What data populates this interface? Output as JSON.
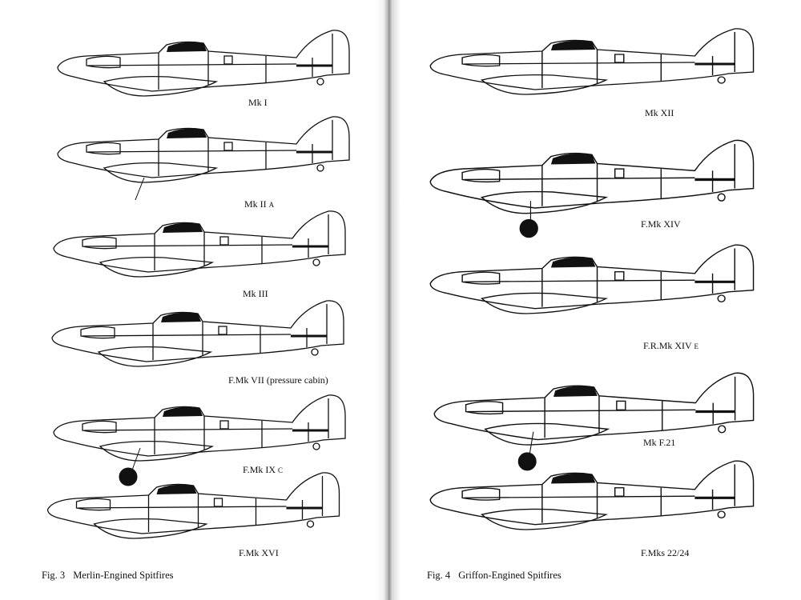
{
  "left_page": {
    "figure_number": "Fig. 3",
    "figure_title": "Merlin-Engined Spitfires",
    "aircraft": [
      {
        "label": "Mk I",
        "suffix": ""
      },
      {
        "label": "Mk II",
        "suffix": "A"
      },
      {
        "label": "Mk III",
        "suffix": ""
      },
      {
        "label": "F.Mk VII (pressure cabin)",
        "suffix": ""
      },
      {
        "label": "F.Mk IX",
        "suffix": "C"
      },
      {
        "label": "F.Mk XVI",
        "suffix": ""
      }
    ]
  },
  "right_page": {
    "figure_number": "Fig. 4",
    "figure_title": "Griffon-Engined Spitfires",
    "aircraft": [
      {
        "label": "Mk XII",
        "suffix": ""
      },
      {
        "label": "F.Mk XIV",
        "suffix": ""
      },
      {
        "label": "F.R.Mk XIV",
        "suffix": "E"
      },
      {
        "label": "Mk F.21",
        "suffix": ""
      },
      {
        "label": "F.Mks 22/24",
        "suffix": ""
      }
    ]
  },
  "colors": {
    "ink": "#111111",
    "paper": "#ffffff"
  }
}
